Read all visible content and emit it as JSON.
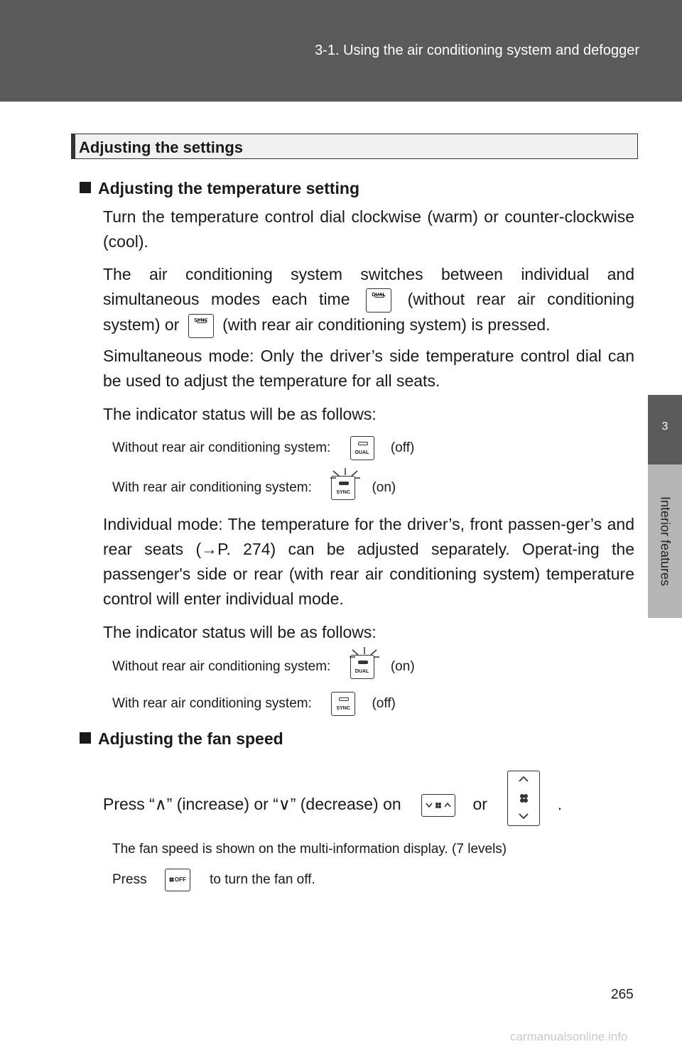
{
  "header": {
    "breadcrumb": "3-1. Using the air conditioning system and defogger"
  },
  "side_tab": {
    "number": "3",
    "label": "Interior features"
  },
  "section": {
    "title": "Adjusting the settings"
  },
  "temp": {
    "heading": "Adjusting the temperature setting",
    "p1": "Turn the temperature control dial clockwise (warm) or counter-clockwise (cool).",
    "p2_a": "The air conditioning system switches between individual and simultaneous modes each time",
    "p2_b": "(without rear air conditioning system) or",
    "p2_c": "(with rear air conditioning system) is pressed.",
    "p3": "Simultaneous mode: Only the driver’s side temperature control dial can be used to adjust the temperature for all seats.",
    "p4": "The indicator status will be as follows:",
    "sim_without": "Without rear air conditioning system:",
    "sim_without_state": "(off)",
    "sim_with": "With rear air conditioning system:",
    "sim_with_state": "(on)",
    "p5": "Individual mode: The temperature for the driver’s, front passen-ger’s and rear seats (→P. 274) can be adjusted separately. Operat-ing the passenger's side or rear (with rear air conditioning system) temperature control will enter individual mode.",
    "p6": "The indicator status will be as follows:",
    "ind_without": "Without rear air conditioning system:",
    "ind_without_state": "(on)",
    "ind_with": "With rear air conditioning system:",
    "ind_with_state": "(off)"
  },
  "fan": {
    "heading": "Adjusting the fan speed",
    "press_a": "Press “∧” (increase) or “∨” (decrease) on",
    "press_or": "or",
    "press_end": ".",
    "note1": "The fan speed is shown on the multi-information display. (7 levels)",
    "note2_a": "Press",
    "note2_b": "to turn the fan off."
  },
  "buttons": {
    "dual": "DUAL",
    "sync": "SYNC",
    "off": "OFF"
  },
  "page": {
    "number": "265"
  },
  "watermark": "carmanualsonline.info"
}
